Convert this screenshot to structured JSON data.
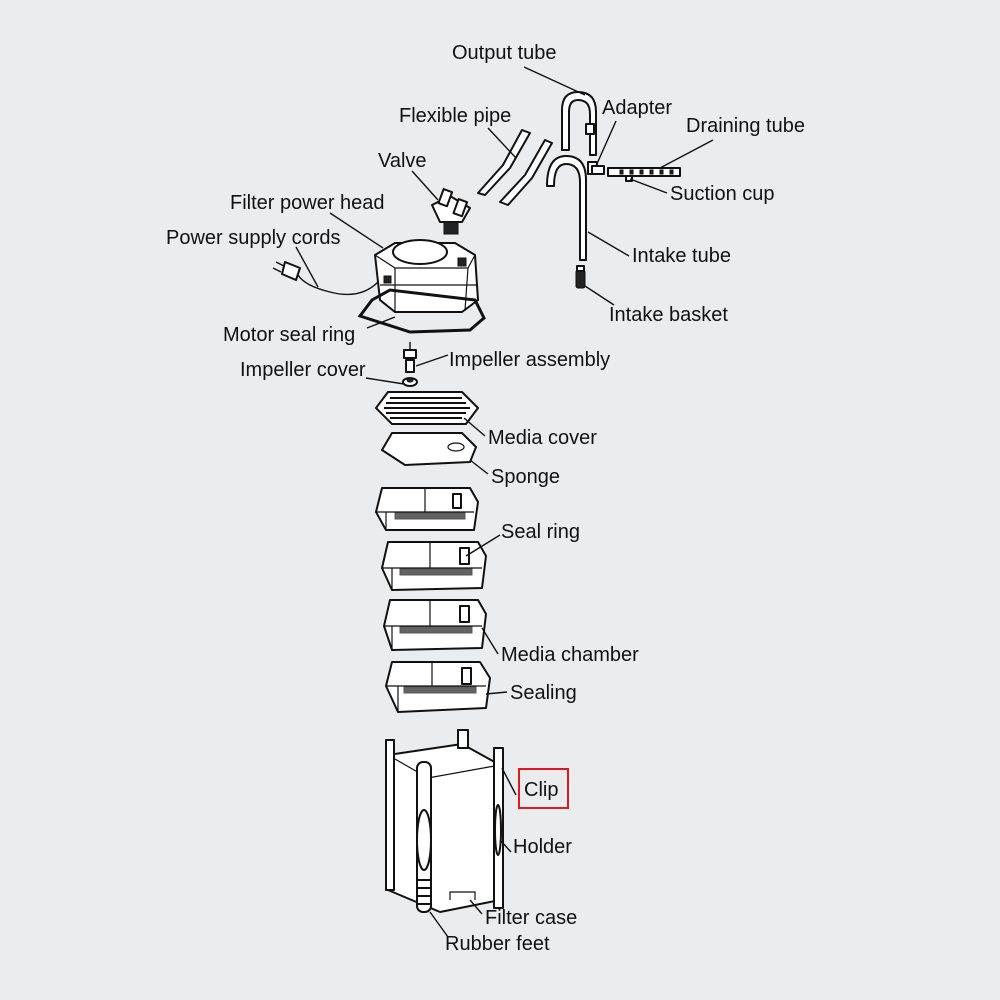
{
  "diagram": {
    "labels": {
      "output_tube": "Output tube",
      "flexible_pipe": "Flexible pipe",
      "adapter": "Adapter",
      "draining_tube": "Draining tube",
      "valve": "Valve",
      "suction_cup": "Suction cup",
      "filter_power_head": "Filter power head",
      "power_supply_cords": "Power supply cords",
      "intake_tube": "Intake tube",
      "intake_basket": "Intake basket",
      "motor_seal_ring": "Motor seal ring",
      "impeller_assembly": "Impeller assembly",
      "impeller_cover": "Impeller cover",
      "media_cover": "Media cover",
      "sponge": "Sponge",
      "seal_ring": "Seal ring",
      "media_chamber": "Media chamber",
      "sealing": "Sealing",
      "clip": "Clip",
      "holder": "Holder",
      "filter_case": "Filter case",
      "rubber_feet": "Rubber feet"
    },
    "highlight": {
      "target": "clip",
      "color": "#e0191e"
    },
    "background_color": "#ebecee"
  }
}
